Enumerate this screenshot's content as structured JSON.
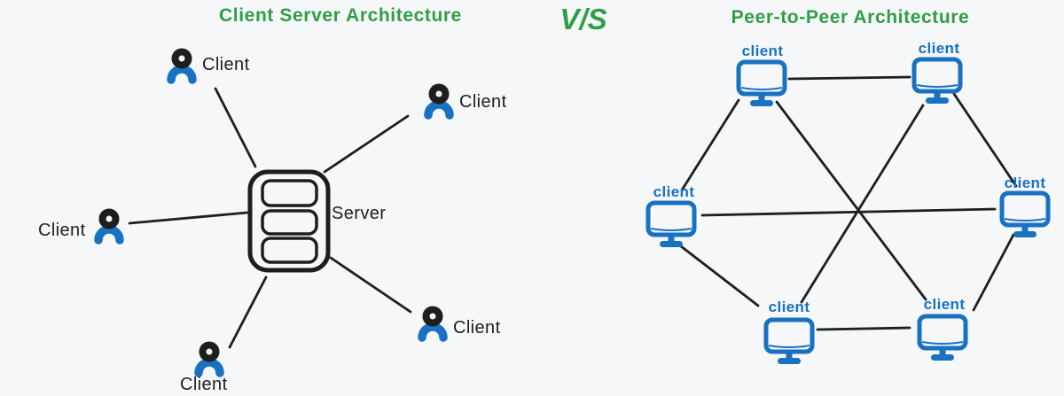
{
  "titles": {
    "left": "Client Server Architecture",
    "versus": "V/S",
    "right": "Peer-to-Peer Architecture"
  },
  "client_server": {
    "server_label": "Server",
    "clients": [
      {
        "label": "Client",
        "position": "top-left"
      },
      {
        "label": "Client",
        "position": "top-right"
      },
      {
        "label": "Client",
        "position": "left"
      },
      {
        "label": "Client",
        "position": "bottom-right"
      },
      {
        "label": "Client",
        "position": "bottom"
      }
    ]
  },
  "peer_to_peer": {
    "peers": [
      {
        "label": "client",
        "position": "top-left"
      },
      {
        "label": "client",
        "position": "top-right"
      },
      {
        "label": "client",
        "position": "left"
      },
      {
        "label": "client",
        "position": "right"
      },
      {
        "label": "client",
        "position": "bottom-left"
      },
      {
        "label": "client",
        "position": "bottom-right"
      }
    ]
  },
  "colors": {
    "background": "#f6f7f9",
    "title_green": "#2f9e44",
    "accent_blue": "#1971c2",
    "ink_black": "#1e1e1e"
  }
}
